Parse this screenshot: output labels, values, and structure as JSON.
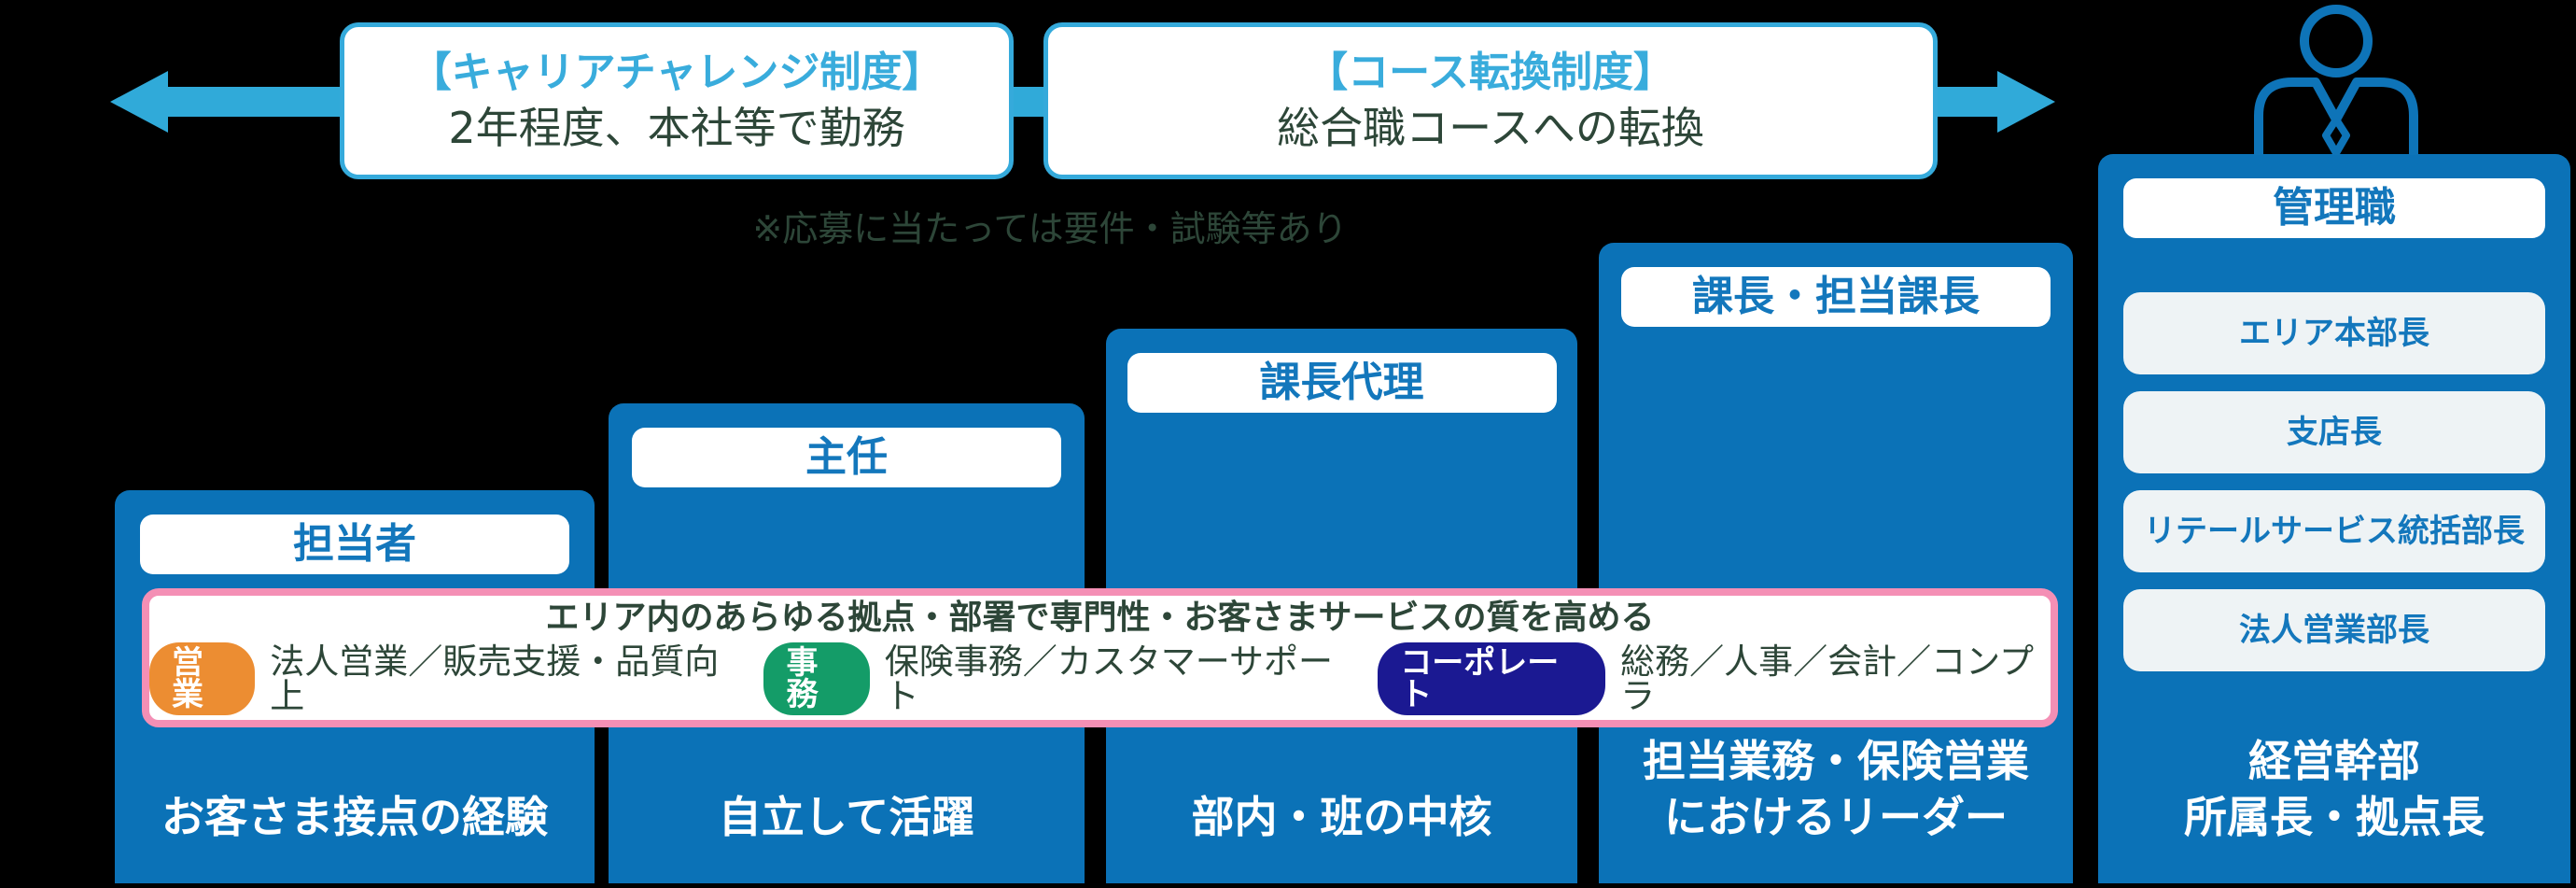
{
  "palette": {
    "background": "#000000",
    "column_blue": "#0B72B7",
    "arrow_cyan": "#30AAD9",
    "box_border_cyan": "#35AADB",
    "program_title_cyan": "#39ACDC",
    "dark_text": "#2D4638",
    "label_blue": "#1377BC",
    "pink_border": "#F48FB5",
    "badge_sales_orange": "#EC8D32",
    "badge_office_green": "#149C68",
    "badge_corporate_navy": "#1B1992"
  },
  "programs": [
    {
      "title": "【キャリアチャレンジ制度】",
      "desc": "2年程度、本社等で勤務"
    },
    {
      "title": "【コース転換制度】",
      "desc": "総合職コースへの転換"
    }
  ],
  "note": "※応募に当たっては要件・試験等あり",
  "steps": [
    {
      "rank": "担当者",
      "desc": "お客さま接点の経験"
    },
    {
      "rank": "主任",
      "desc": "自立して活躍"
    },
    {
      "rank": "課長代理",
      "desc": "部内・班の中核"
    },
    {
      "rank": "課長・担当課長",
      "desc": "担当業務・保険営業\nにおけるリーダー"
    },
    {
      "rank": "管理職",
      "positions": [
        "エリア本部長",
        "支店長",
        "リテールサービス統括部長",
        "法人営業部長"
      ],
      "desc": "経営幹部\n所属長・拠点長"
    }
  ],
  "highlight": {
    "headline": "エリア内のあらゆる拠点・部署で専門性・お客さまサービスの質を高める",
    "categories": [
      {
        "badge": "営業",
        "text": "法人営業／販売支援・品質向上",
        "color": "#EC8D32"
      },
      {
        "badge": "事務",
        "text": "保険事務／カスタマーサポート",
        "color": "#149C68"
      },
      {
        "badge": "コーポレート",
        "text": "総務／人事／会計／コンプラ",
        "color": "#1B1992"
      }
    ]
  }
}
